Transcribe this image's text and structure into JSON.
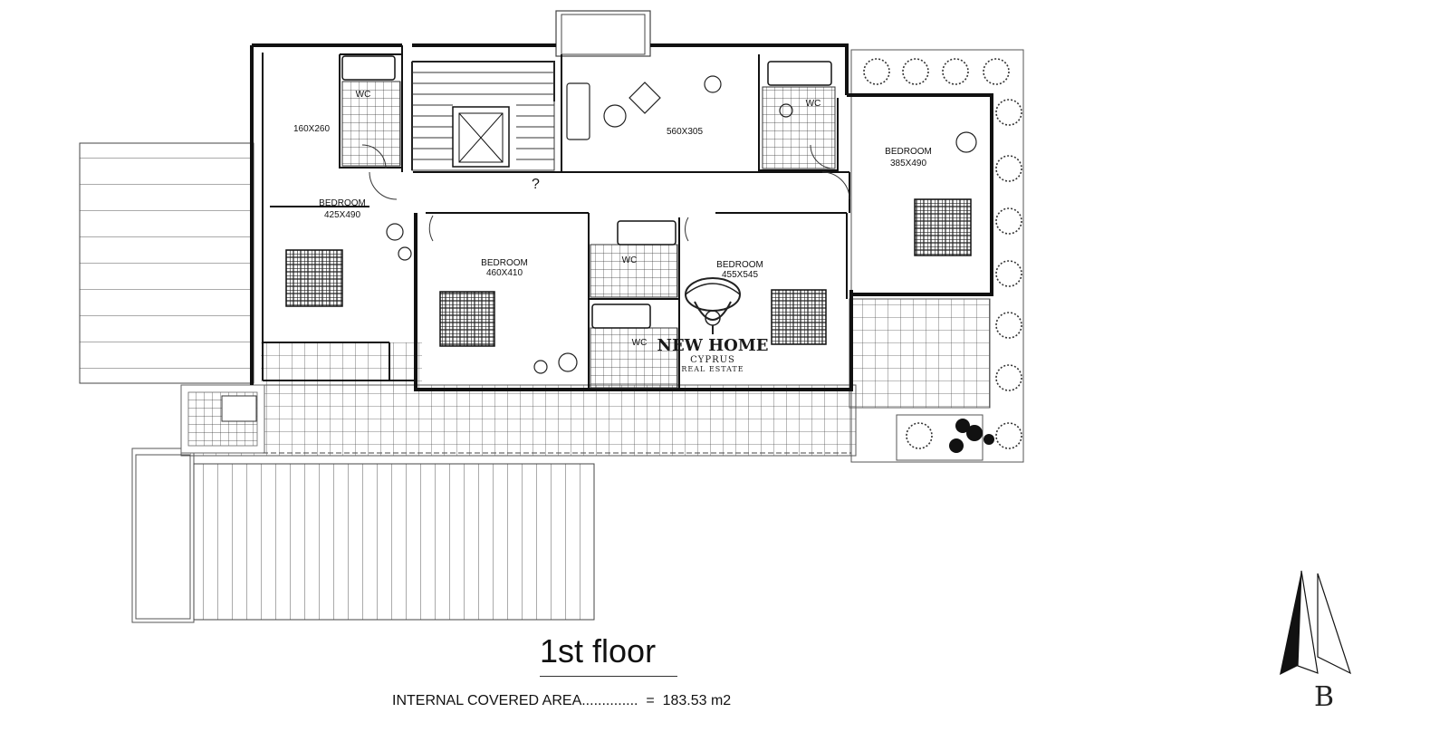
{
  "plan": {
    "title": "1st floor",
    "internal_area_label": "INTERNAL COVERED AREA..............",
    "internal_area_value": "=  183.53 m2",
    "rooms": [
      {
        "id": "small-room",
        "label": "160X260"
      },
      {
        "id": "bedroom-1",
        "name": "BEDROOM",
        "size": "425X490"
      },
      {
        "id": "living",
        "label": "560X305"
      },
      {
        "id": "bedroom-2",
        "name": "BEDROOM",
        "size": "460X410"
      },
      {
        "id": "bedroom-3",
        "name": "BEDROOM",
        "size": "455X545"
      },
      {
        "id": "bedroom-4",
        "name": "BEDROOM",
        "size": "385X490"
      }
    ],
    "wc_labels": [
      "WC",
      "WC",
      "WC",
      "WC"
    ],
    "question_mark": "?",
    "north_letter": "B"
  },
  "logo": {
    "name": "NEW HOME",
    "line1": "CYPRUS",
    "line2": "REAL ESTATE"
  }
}
